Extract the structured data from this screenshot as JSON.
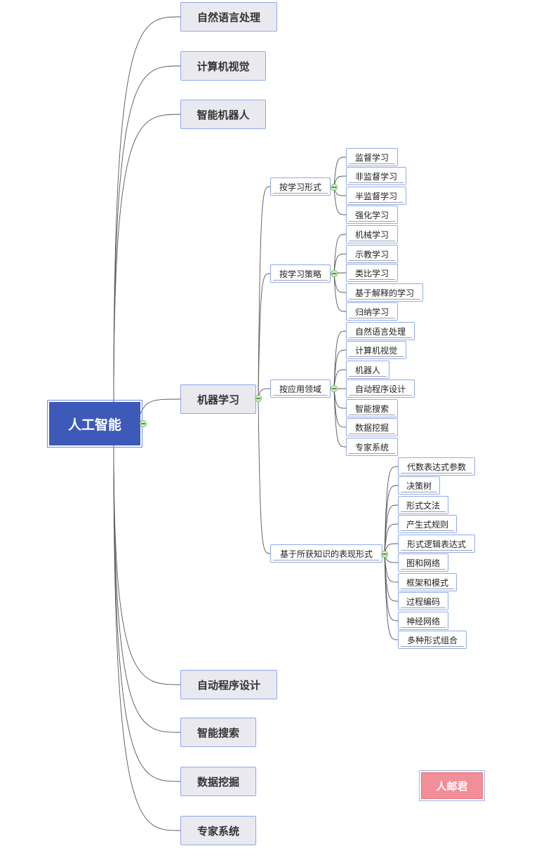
{
  "root": "人工智能",
  "main_topics_top": [
    "自然语言处理",
    "计算机视觉",
    "智能机器人"
  ],
  "machine_learning": {
    "label": "机器学习",
    "by_form": {
      "label": "按学习形式",
      "items": [
        "监督学习",
        "非监督学习",
        "半监督学习",
        "强化学习"
      ]
    },
    "by_strategy": {
      "label": "按学习策略",
      "items": [
        "机械学习",
        "示教学习",
        "类比学习",
        "基于解释的学习",
        "归纳学习"
      ]
    },
    "by_domain": {
      "label": "按应用领域",
      "items": [
        "自然语言处理",
        "计算机视觉",
        "机器人",
        "自动程序设计",
        "智能搜索",
        "数据挖掘",
        "专家系统"
      ]
    },
    "by_representation": {
      "label": "基于所获知识的表现形式",
      "items": [
        "代数表达式参数",
        "决策树",
        "形式文法",
        "产生式规则",
        "形式逻辑表达式",
        "图和网络",
        "框架和模式",
        "过程编码",
        "神经网络",
        "多种形式组合"
      ]
    }
  },
  "main_topics_bottom": [
    "自动程序设计",
    "智能搜索",
    "数据挖掘",
    "专家系统"
  ],
  "author_badge": "人邮君",
  "colors": {
    "root": "#3e5ab8",
    "border": "#8fa9ec",
    "main_bg": "#e9e9ef",
    "badge": "#f28e98",
    "toggle": "#6fb85c"
  }
}
